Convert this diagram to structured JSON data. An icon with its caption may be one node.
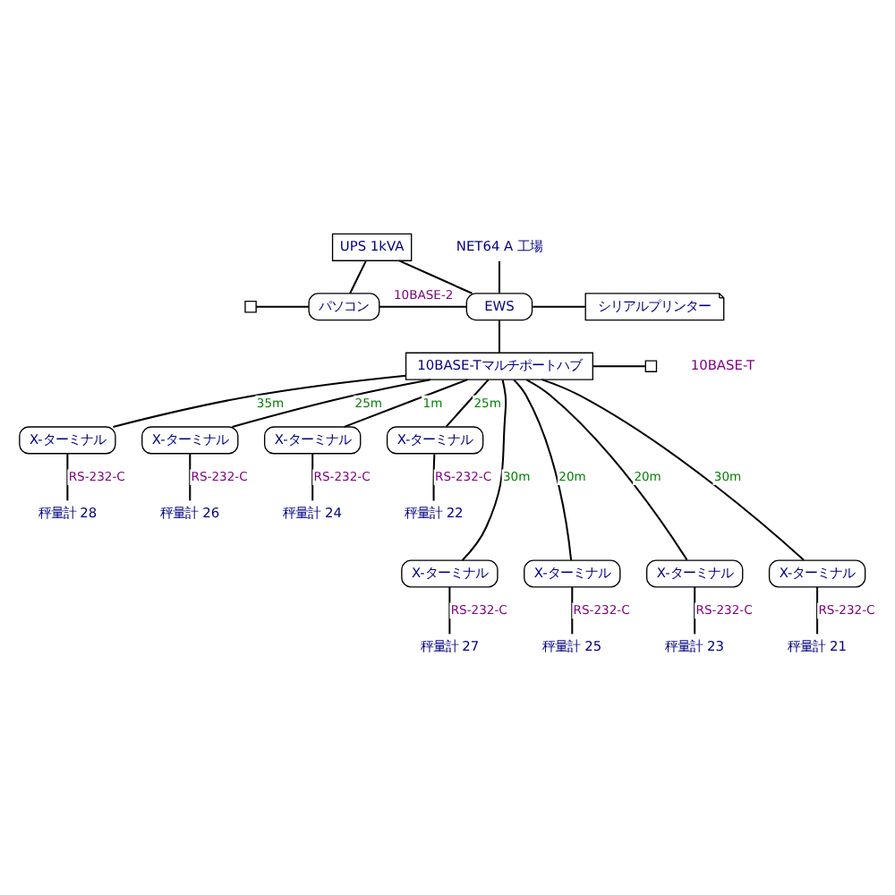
{
  "diagram": {
    "nodes": [
      {
        "text": [
          "NET64 A 工場"
        ]
      },
      {
        "text": [
          "UPS 1kVA"
        ]
      },
      {
        "text": [
          "パソコン"
        ]
      },
      {
        "text": [
          "EWS"
        ]
      },
      {
        "text": [
          "シリアルプリンター"
        ]
      },
      {
        "text": [],
        "shape": "box"
      },
      {
        "text": [],
        "shape": "box"
      },
      {
        "text": [
          "10BASE-Tマルチポートハブ"
        ]
      },
      {
        "text": [
          "X-ターミナル"
        ]
      },
      {
        "text": [
          "X-ターミナル"
        ]
      },
      {
        "text": [
          "X-ターミナル"
        ]
      },
      {
        "text": [
          "X-ターミナル"
        ]
      },
      {
        "text": [
          "秤量計 28"
        ]
      },
      {
        "text": [
          "秤量計 26"
        ]
      },
      {
        "text": [
          "秤量計 24"
        ]
      },
      {
        "text": [
          "秤量計 22"
        ]
      },
      {
        "text": [
          "X-ターミナル"
        ]
      },
      {
        "text": [
          "X-ターミナル"
        ]
      },
      {
        "text": [
          "X-ターミナル"
        ]
      },
      {
        "text": [
          "X-ターミナル"
        ]
      },
      {
        "text": [
          "秤量計 27"
        ]
      },
      {
        "text": [
          "秤量計 25"
        ]
      },
      {
        "text": [
          "秤量計 23"
        ]
      },
      {
        "text": [
          "秤量計 21"
        ]
      }
    ],
    "edges": [
      {
        "from": 1,
        "to": 2,
        "arrow": "none"
      },
      {
        "from": 1,
        "to": 3,
        "arrow": "none"
      },
      {
        "from": 3,
        "to": 4,
        "arrow": "none"
      },
      {
        "from": 3,
        "to": 0,
        "arrow": "none"
      },
      {
        "from": 5,
        "to": 2,
        "arrow": "none"
      },
      {
        "from": 2,
        "to": 3,
        "label": "10BASE-2",
        "arrow": "none"
      },
      {
        "from": 3,
        "to": 7,
        "arrow": "none"
      },
      {
        "from": 7,
        "to": 6,
        "arrow": "none"
      },
      {
        "from": 7,
        "to": 8,
        "label": "35m",
        "arrow": "none"
      },
      {
        "from": 7,
        "to": 9,
        "label": "25m",
        "arrow": "none"
      },
      {
        "from": 7,
        "to": 10,
        "label": "1m",
        "arrow": "none"
      },
      {
        "from": 7,
        "to": 11,
        "label": "25m",
        "arrow": "none"
      },
      {
        "from": 7,
        "to": 16,
        "label": "30m",
        "arrow": "none"
      },
      {
        "from": 7,
        "to": 17,
        "label": "20m",
        "arrow": "none"
      },
      {
        "from": 7,
        "to": 18,
        "label": "20m",
        "arrow": "none"
      },
      {
        "from": 7,
        "to": 19,
        "label": "30m",
        "arrow": "none"
      },
      {
        "from": 8,
        "to": 12,
        "label": "RS-232-C",
        "arrow": "none"
      },
      {
        "from": 9,
        "to": 13,
        "label": "RS-232-C",
        "arrow": "none"
      },
      {
        "from": 10,
        "to": 14,
        "label": "RS-232-C",
        "arrow": "none"
      },
      {
        "from": 11,
        "to": 15,
        "label": "RS-232-C",
        "arrow": "none"
      },
      {
        "from": 16,
        "to": 20,
        "label": "RS-232-C",
        "arrow": "none"
      },
      {
        "from": 17,
        "to": 21,
        "label": "RS-232-C",
        "arrow": "none"
      },
      {
        "from": 18,
        "to": 22,
        "label": "RS-232-C",
        "arrow": "none"
      },
      {
        "from": 19,
        "to": 23,
        "label": "RS-232-C",
        "arrow": "none"
      }
    ],
    "labels": [
      "10BASE-T"
    ]
  }
}
